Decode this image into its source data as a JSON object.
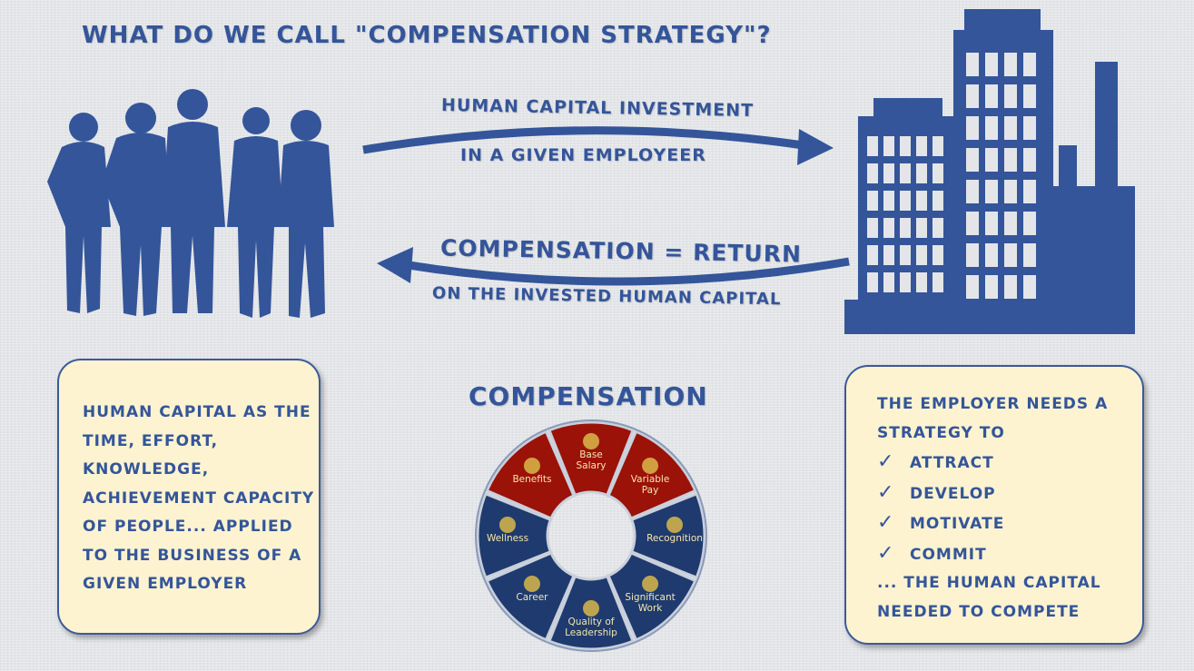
{
  "title": "What do we call \"compensation strategy\"?",
  "arrow_top": {
    "line1": "Human capital investment",
    "line2": "in a given employeer"
  },
  "arrow_bottom": {
    "line1": "Compensation = return",
    "line2": "on the invested human capital"
  },
  "left_box": {
    "lines": [
      "Human capital as the",
      "time, effort,",
      "knowledge,",
      "achievement capacity",
      "of people... applied",
      "to the business of a",
      "given employer"
    ]
  },
  "center_title": "Compensation",
  "right_box": {
    "lines": [
      "The employer needs a",
      "strategy to"
    ],
    "checks": [
      "attract",
      "develop",
      "motivate",
      "commit"
    ],
    "tail": [
      "... the human capital",
      "needed to compete"
    ],
    "check_symbol": "✓"
  },
  "wheel": {
    "colors": {
      "red": "#9b1208",
      "blue": "#1f3a6e",
      "label": "#f3e7b0"
    },
    "segments": [
      {
        "label": "Base Salary",
        "color": "red",
        "icon": "money-icon"
      },
      {
        "label": "Variable Pay",
        "color": "red",
        "icon": "growth-chart-icon"
      },
      {
        "label": "Recognition",
        "color": "blue",
        "icon": "medal-icon"
      },
      {
        "label": "Significant Work",
        "color": "blue",
        "icon": "globe-people-icon"
      },
      {
        "label": "Quality of Leadership",
        "color": "blue",
        "icon": "org-chart-icon"
      },
      {
        "label": "Career",
        "color": "blue",
        "icon": "career-arrow-icon"
      },
      {
        "label": "Wellness",
        "color": "blue",
        "icon": "yoga-icon"
      },
      {
        "label": "Benefits",
        "color": "red",
        "icon": "benefits-icon"
      }
    ]
  }
}
